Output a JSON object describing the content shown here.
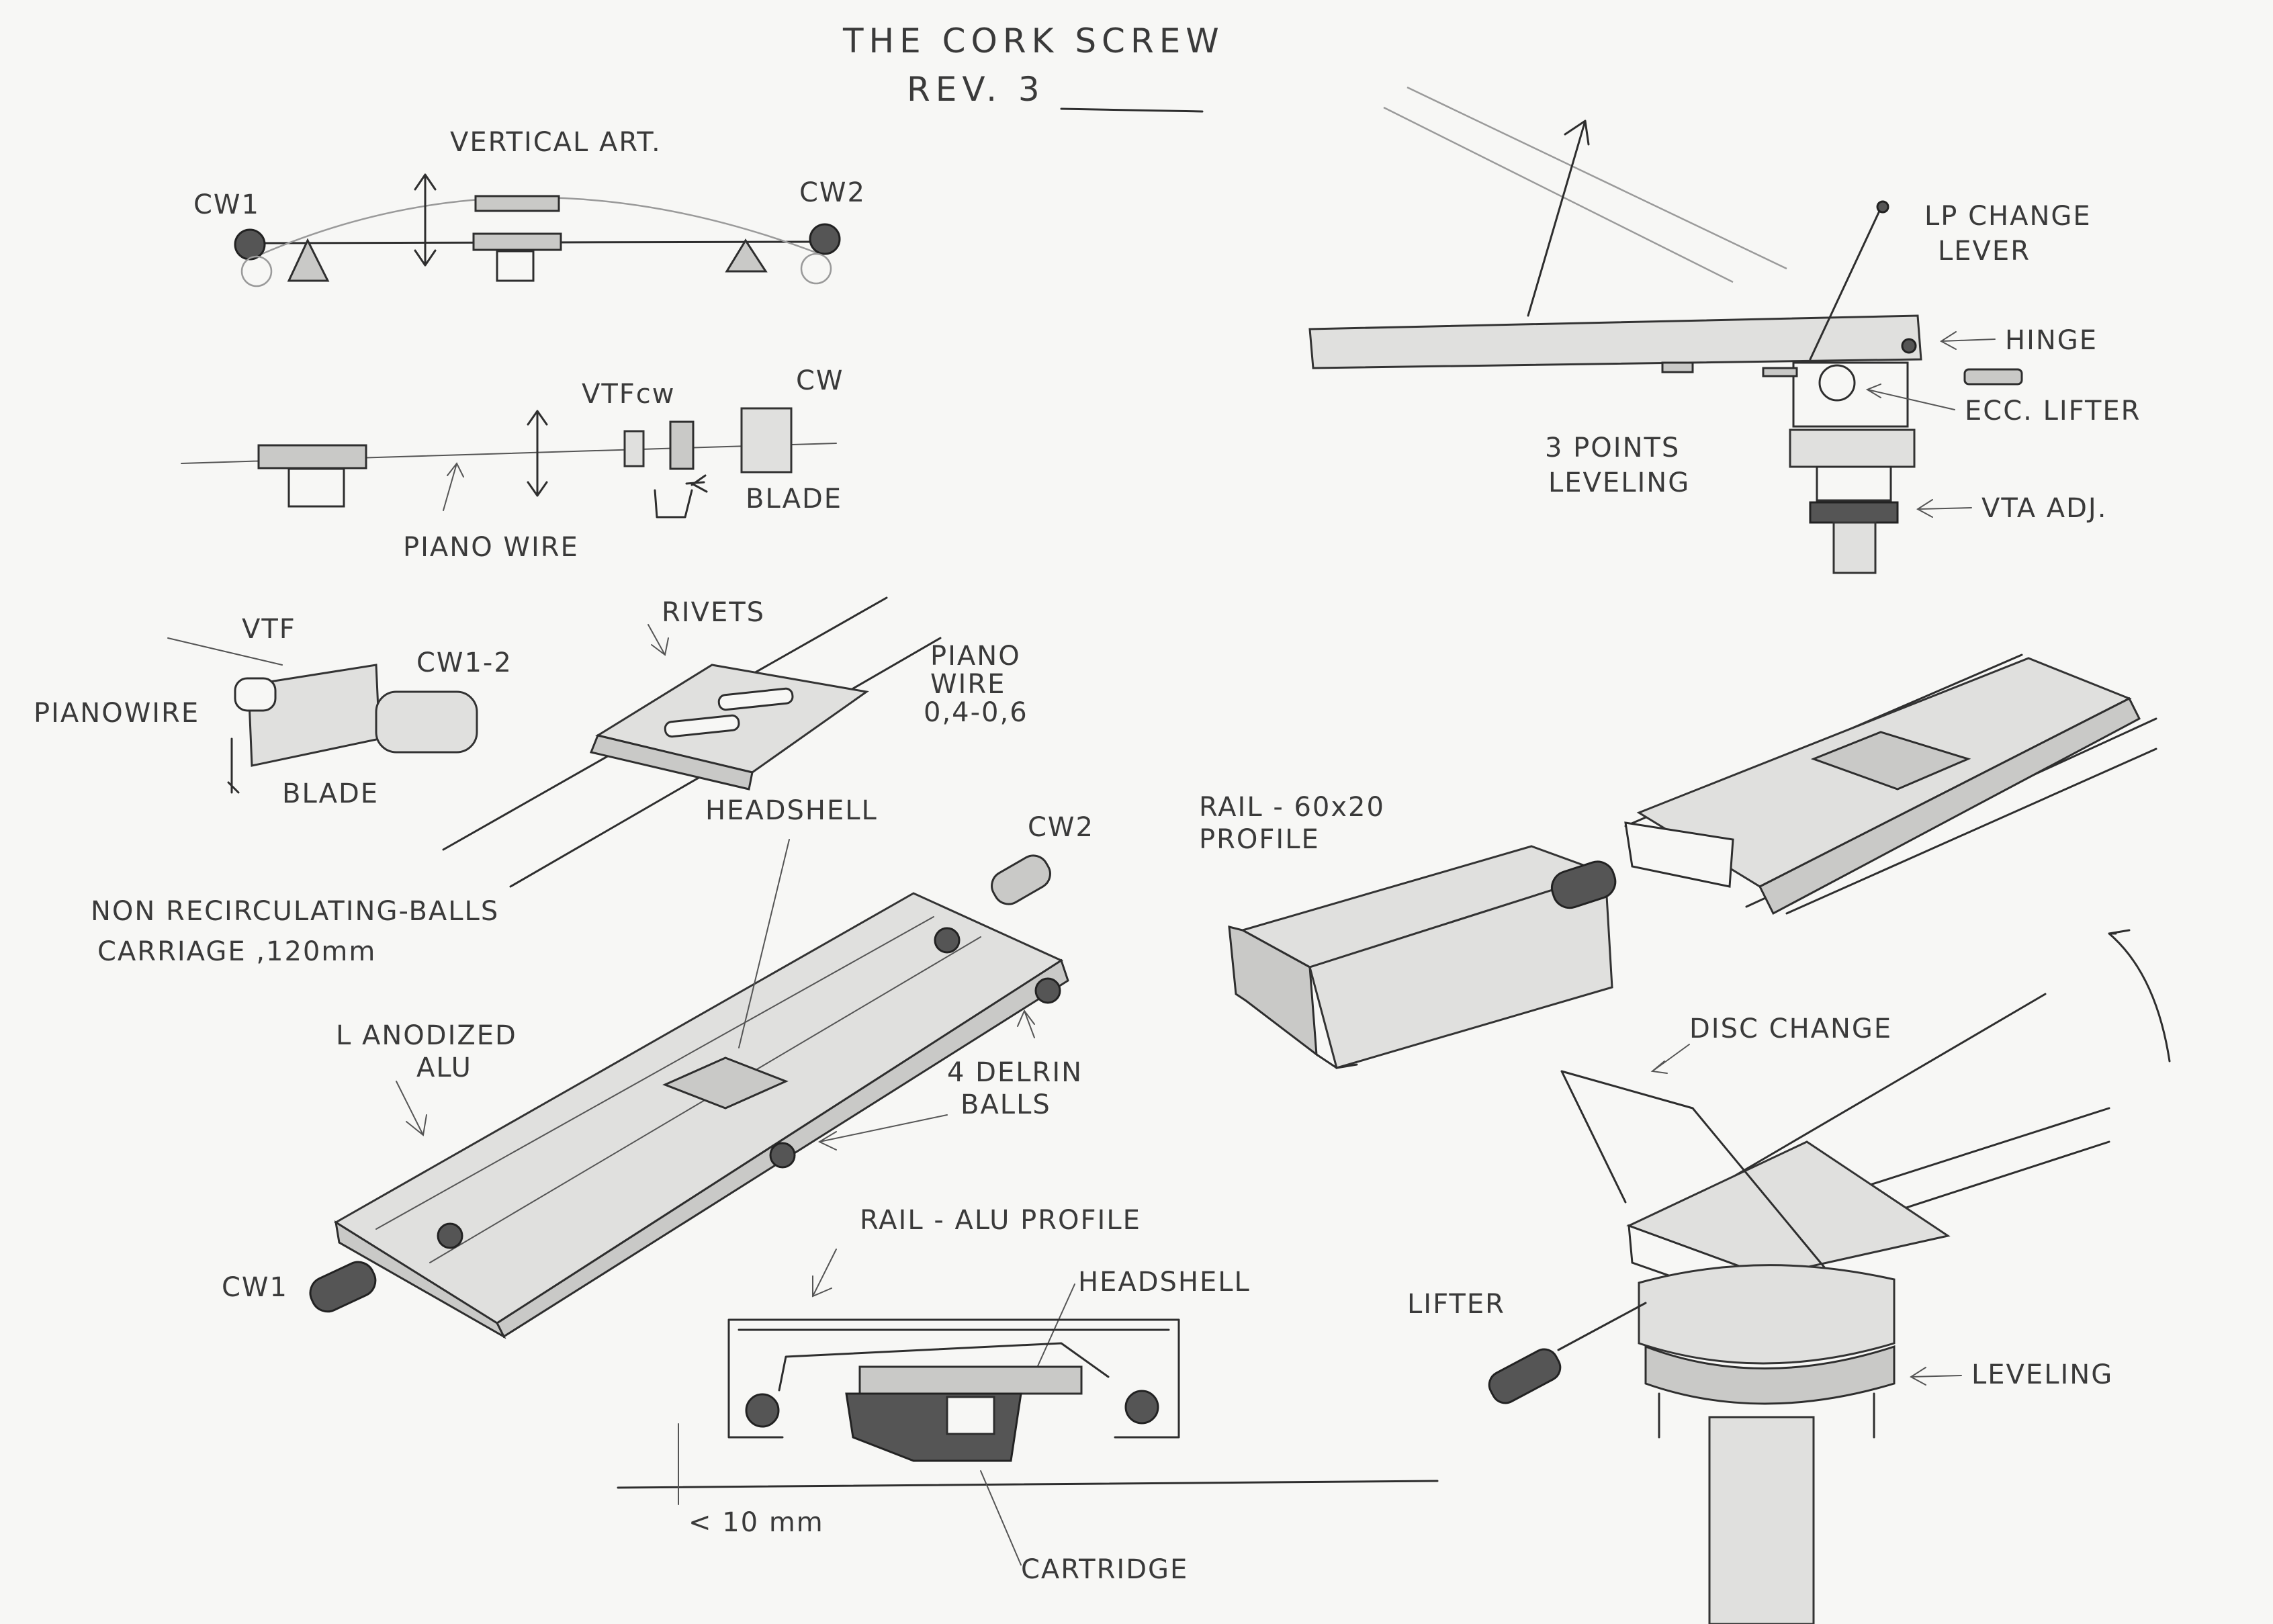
{
  "title": "THE CORK SCREW",
  "revision": "REV. 3",
  "labels": {
    "vertical_art": "VERTICAL ART.",
    "cw1": "CW1",
    "cw2": "CW2",
    "vtf_cw": "VTFcw",
    "cw": "CW",
    "blade": "BLADE",
    "piano_wire": "PIANO WIRE",
    "vtf": "VTF",
    "cw1_2": "CW1-2",
    "pianowire": "PIANOWIRE",
    "blade_2": "BLADE",
    "rivets": "RIVETS",
    "piano_wire_2": "PIANO\nWIRE\n0,4-0,6",
    "headshell": "HEADSHELL",
    "cw2_b": "CW2",
    "non_recirculating": "NON RECIRCULATING-BALLS\nCARRIAGE ,120mm",
    "anodized": "L ANODIZED\nALU",
    "delrin": "4 DELRIN\nBALLS",
    "cw1_b": "CW1",
    "rail_alu": "RAIL - ALU PROFILE",
    "headshell_2": "HEADSHELL",
    "lt_10mm": "< 10 mm",
    "cartridge": "CARTRIDGE",
    "rail_profile": "RAIL - 60x20\nPROFILE",
    "lp_change": "LP CHANGE\nLEVER",
    "hinge": "HINGE",
    "ecc_lifter": "ECC. LIFTER",
    "three_points": "3 POINTS\nLEVELING",
    "vta_adj": "VTA ADJ.",
    "disc_change": "DISC CHANGE",
    "lifter": "LIFTER",
    "leveling": "LEVELING"
  }
}
